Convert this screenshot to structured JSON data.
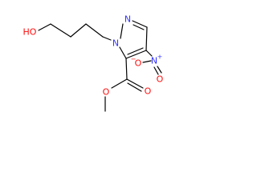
{
  "molecule": {
    "atom_labels": {
      "hydroxyl": "HO",
      "ring_nitrogen_top": "N",
      "ring_nitrogen_substituted": "N",
      "nitro_nitrogen": "N",
      "nitro_nitrogen_charge": "+",
      "nitro_oxygen_bottom": "O",
      "nitro_oxygen_left": "O",
      "nitro_oxygen_charge": "−",
      "ester_carbonyl_oxygen": "O",
      "ester_ether_oxygen": "O"
    },
    "colors": {
      "bond": "#000000",
      "nitrogen": "#3333ff",
      "oxygen": "#ff0d0d",
      "carbon_text": "#000000"
    }
  }
}
